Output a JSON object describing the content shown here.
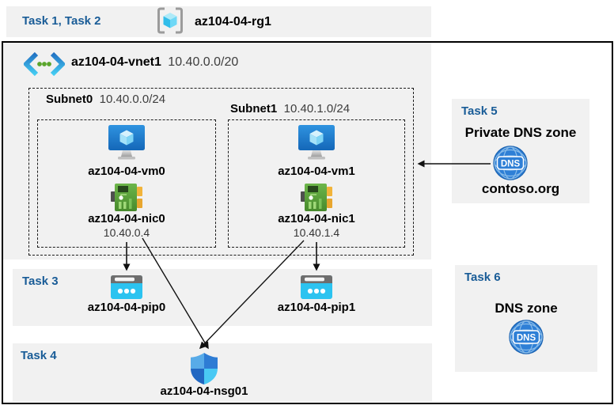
{
  "colors": {
    "panel_bg": "#f1f1f1",
    "task_label": "#195c97",
    "diagram_border": "#000000",
    "vm_screen_blue": "#2186d7",
    "nic_green": "#5ba33e",
    "pip_cyan": "#2cc3f0",
    "dns_globe_blue": "#2e7fd6",
    "nsg_shield_blues": [
      "#58abe8",
      "#2e7cd4",
      "#2167c2",
      "#49c9f4"
    ]
  },
  "header": {
    "tasks": "Task 1, Task 2",
    "resource_group": "az104-04-rg1"
  },
  "vnet": {
    "name": "az104-04-vnet1",
    "cidr": "10.40.0.0/20"
  },
  "subnets": [
    {
      "name": "Subnet0",
      "cidr": "10.40.0.0/24",
      "vm": "az104-04-vm0",
      "nic": "az104-04-nic0",
      "ip": "10.40.0.4"
    },
    {
      "name": "Subnet1",
      "cidr": "10.40.1.0/24",
      "vm": "az104-04-vm1",
      "nic": "az104-04-nic1",
      "ip": "10.40.1.4"
    }
  ],
  "task3": {
    "label": "Task 3",
    "pip0": "az104-04-pip0",
    "pip1": "az104-04-pip1"
  },
  "task4": {
    "label": "Task 4",
    "nsg": "az104-04-nsg01"
  },
  "task5": {
    "label": "Task 5",
    "title": "Private DNS zone",
    "zone": "contoso.org"
  },
  "task6": {
    "label": "Task 6",
    "title": "DNS zone"
  },
  "icons": {
    "resource_group": "resource-group-icon",
    "virtual_network": "virtual-network-icon",
    "virtual_machine": "vm-icon",
    "network_interface": "nic-icon",
    "public_ip": "public-ip-icon",
    "dns": "dns-globe-icon",
    "nsg": "nsg-shield-icon",
    "dns_label": "DNS"
  }
}
